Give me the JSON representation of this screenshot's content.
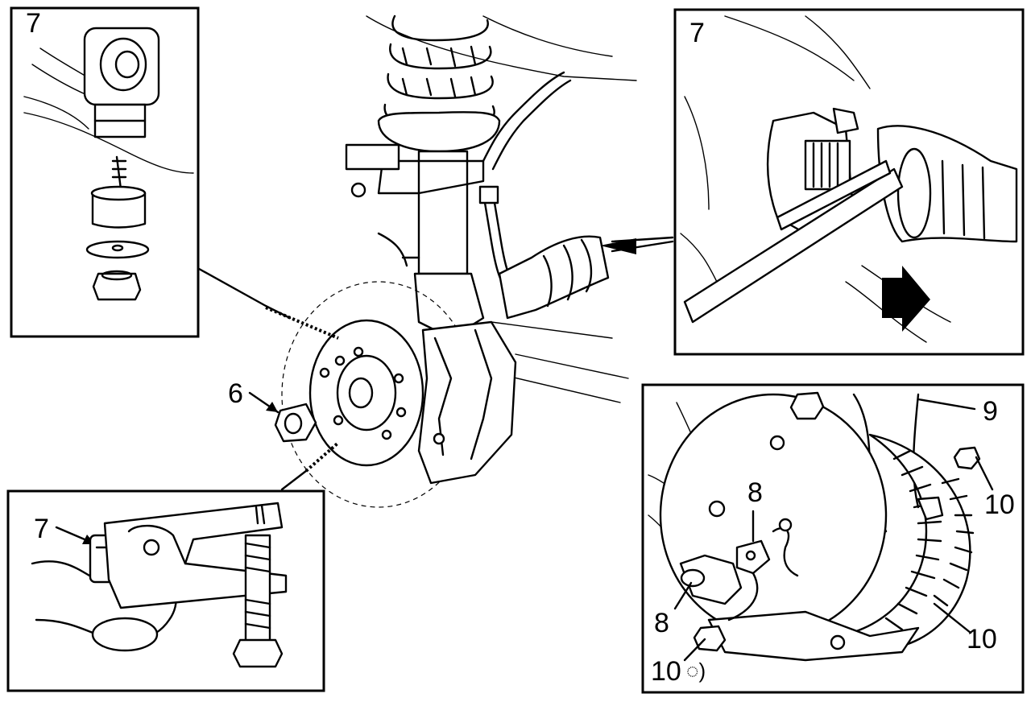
{
  "callouts": {
    "inset_top_left": "7",
    "nut_main": "6",
    "inset_bottom_left": "7",
    "inset_top_right": "7",
    "inset_bottom_right_9": "9",
    "inset_bottom_right_10a": "10",
    "inset_bottom_right_8a": "8",
    "inset_bottom_right_8b": "8",
    "inset_bottom_right_10b": "10",
    "inset_bottom_right_10c": "10",
    "inset_bottom_right_mark": "◌)"
  },
  "colors": {
    "ink": "#000000",
    "paper": "#ffffff"
  }
}
